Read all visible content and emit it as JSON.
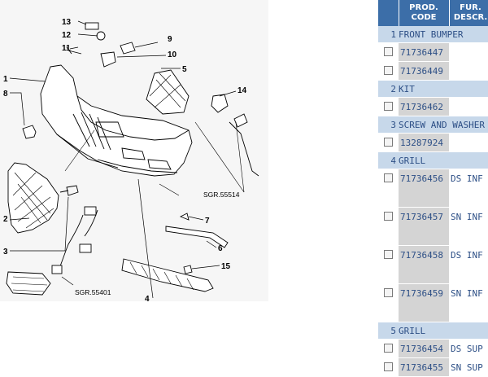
{
  "diagram": {
    "callouts": [
      "1",
      "2",
      "3",
      "4",
      "5",
      "6",
      "7",
      "8",
      "9",
      "10",
      "11",
      "12",
      "13",
      "14",
      "15"
    ],
    "refs": [
      "SGR.55514",
      "SGR.55401"
    ]
  },
  "table": {
    "headers": {
      "num": "",
      "prod_code_l1": "PROD.",
      "prod_code_l2": "CODE",
      "fur_l1": "FUR.",
      "fur_l2": "DESCR."
    },
    "groups": [
      {
        "num": "1",
        "name": "FRONT BUMPER",
        "items": [
          {
            "code": "71736447",
            "desc": ""
          },
          {
            "code": "71736449",
            "desc": ""
          }
        ]
      },
      {
        "num": "2",
        "name": "KIT",
        "items": [
          {
            "code": "71736462",
            "desc": ""
          }
        ]
      },
      {
        "num": "3",
        "name": "SCREW AND WASHER",
        "items": [
          {
            "code": "13287924",
            "desc": ""
          }
        ]
      },
      {
        "num": "4",
        "name": "GRILL",
        "items": [
          {
            "code": "71736456",
            "desc": "DS INF"
          },
          {
            "code": "71736457",
            "desc": "SN INF"
          },
          {
            "code": "71736458",
            "desc": "DS INF"
          },
          {
            "code": "71736459",
            "desc": "SN INF"
          }
        ]
      },
      {
        "num": "5",
        "name": "GRILL",
        "items": [
          {
            "code": "71736454",
            "desc": "DS SUP"
          },
          {
            "code": "71736455",
            "desc": "SN SUP"
          }
        ]
      }
    ]
  },
  "colors": {
    "header_bg": "#3c6ea8",
    "group_bg": "#c7d8ea",
    "code_bg": "#d4d4d4",
    "diagram_bg": "#f6f6f6",
    "text": "#2d4f86"
  }
}
